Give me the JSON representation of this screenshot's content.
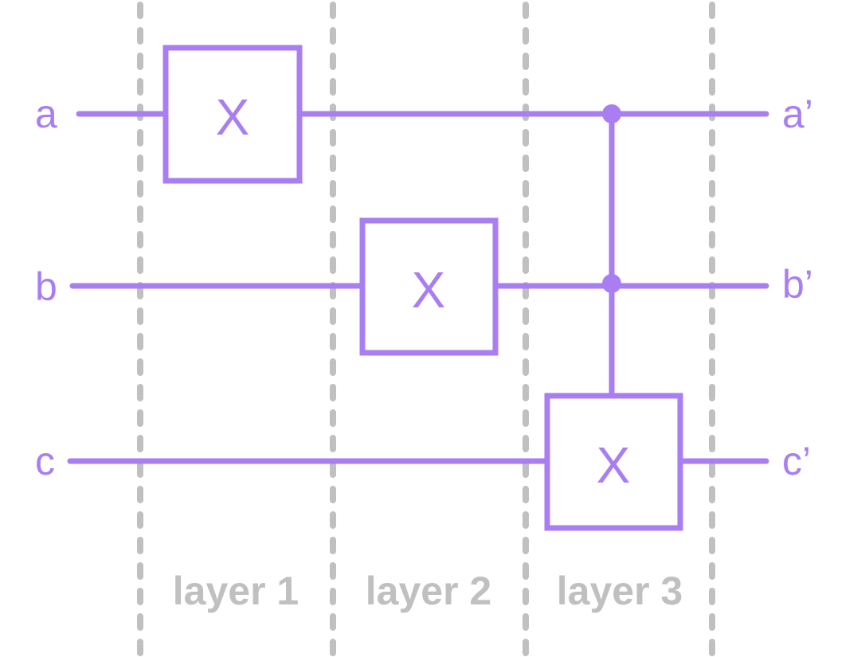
{
  "colors": {
    "wire": "#a87ef2",
    "divider": "#c0c0c0",
    "background": "#ffffff"
  },
  "wires": [
    {
      "input": "a",
      "output": "a’"
    },
    {
      "input": "b",
      "output": "b’"
    },
    {
      "input": "c",
      "output": "c’"
    }
  ],
  "layers": [
    {
      "label": "layer 1"
    },
    {
      "label": "layer 2"
    },
    {
      "label": "layer 3"
    }
  ],
  "gates": [
    {
      "label": "X",
      "target_wire": 0,
      "layer": 0,
      "controls": []
    },
    {
      "label": "X",
      "target_wire": 1,
      "layer": 1,
      "controls": []
    },
    {
      "label": "X",
      "target_wire": 2,
      "layer": 2,
      "controls": [
        0,
        1
      ]
    }
  ]
}
